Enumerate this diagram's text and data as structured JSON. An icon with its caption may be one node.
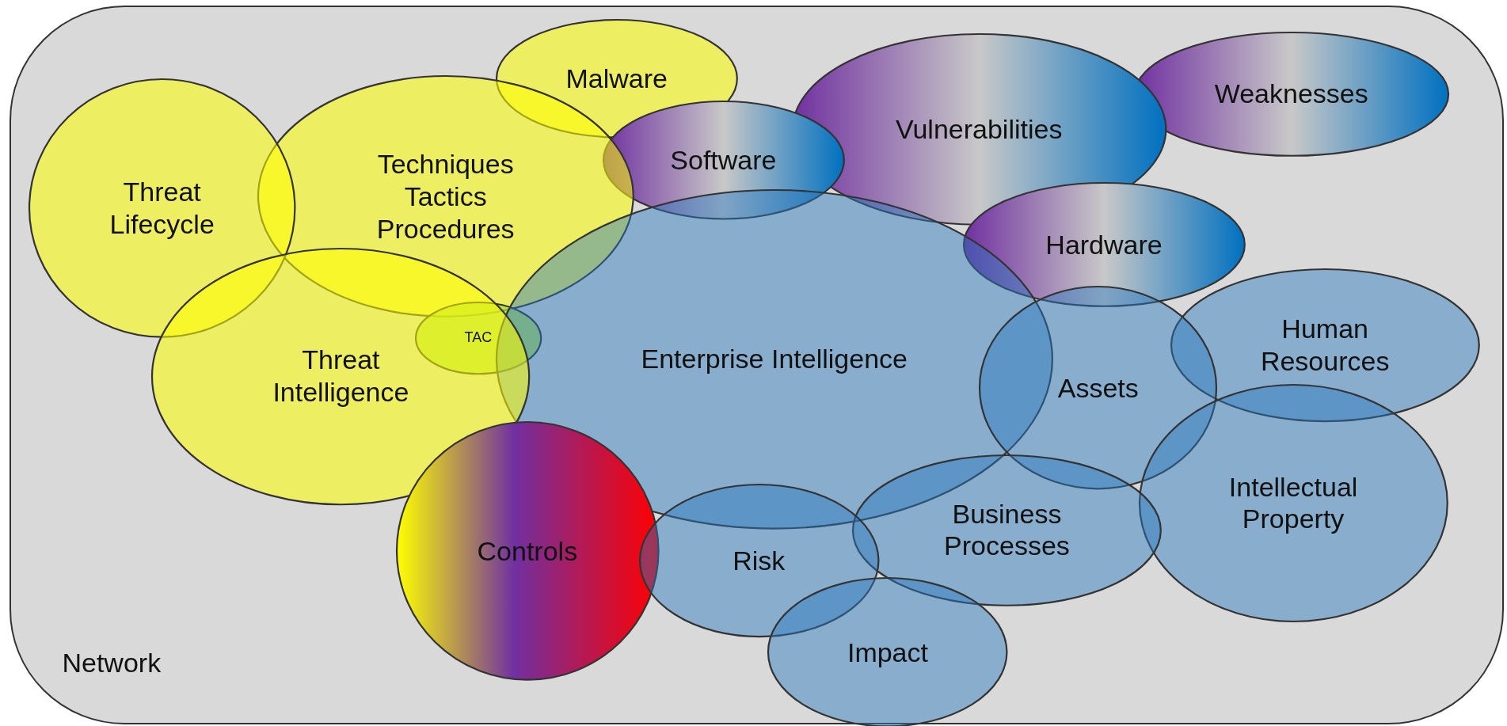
{
  "diagram": {
    "nodes": [
      {
        "text": [
          "Network"
        ]
      },
      {
        "text": [
          "Malware"
        ],
        "in": 0
      },
      {
        "text": [
          "Weaknesses"
        ],
        "in": 0
      },
      {
        "text": [
          "Vulnerabilities"
        ],
        "in": 0
      },
      {
        "text": [
          "Software"
        ],
        "in": 0
      },
      {
        "text": [
          "Techniques Tactics Procedures"
        ],
        "in": 0
      },
      {
        "text": [
          "Threat Lifecycle"
        ],
        "in": 0
      },
      {
        "text": [
          "Hardware"
        ],
        "in": 0
      },
      {
        "text": [
          "TAC"
        ],
        "in": 0
      },
      {
        "text": [
          "Enterprise Intelligence"
        ],
        "in": 0
      },
      {
        "text": [
          "Human Resources"
        ],
        "in": 0
      },
      {
        "text": [
          "Threat Intelligence"
        ],
        "in": 0
      },
      {
        "text": [
          "Assets"
        ],
        "in": 0
      },
      {
        "text": [
          "Intellectual Property"
        ],
        "in": 0
      },
      {
        "text": [
          "Business Processes"
        ],
        "in": 0
      },
      {
        "text": [
          "Controls"
        ],
        "in": 0
      },
      {
        "text": [
          "Risk"
        ],
        "in": 0
      },
      {
        "text": [
          "Impact"
        ],
        "in": 0
      }
    ],
    "edges": []
  }
}
